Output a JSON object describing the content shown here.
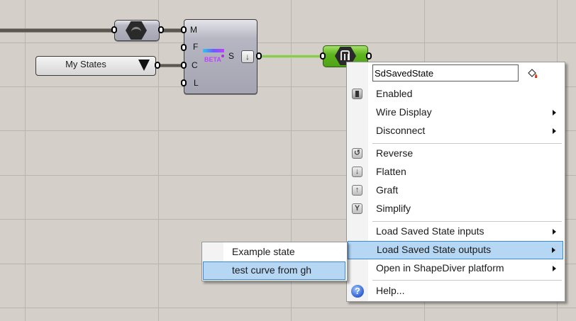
{
  "canvas": {
    "background": "#d4d0c9",
    "grid_color": "#b9b5ae"
  },
  "nodes": {
    "curve_param": {
      "icon": "curve-param-icon"
    },
    "value_list": {
      "label": "My States",
      "icon": "dropdown-triangle-icon"
    },
    "saved_state_component": {
      "inputs": [
        "M",
        "F",
        "C",
        "L"
      ],
      "outputs": [
        "S"
      ],
      "logo_text": "BETA",
      "output_flatten_icon": "↓"
    },
    "data_param": {
      "icon": "data-param-icon",
      "color": "#5fb51f"
    }
  },
  "context_menu": {
    "name_field": "SdSavedState",
    "items": [
      {
        "label": "Enabled",
        "icon": "toggle-icon",
        "submenu": false
      },
      {
        "label": "Wire Display",
        "submenu": true
      },
      {
        "label": "Disconnect",
        "submenu": true
      },
      {
        "label": "Reverse",
        "icon": "reverse-icon",
        "glyph": "↺",
        "submenu": false
      },
      {
        "label": "Flatten",
        "icon": "flatten-icon",
        "glyph": "↓",
        "submenu": false
      },
      {
        "label": "Graft",
        "icon": "graft-icon",
        "glyph": "↑",
        "submenu": false
      },
      {
        "label": "Simplify",
        "icon": "simplify-icon",
        "glyph": "Y",
        "submenu": false
      },
      {
        "label": "Load Saved State inputs",
        "submenu": true
      },
      {
        "label": "Load Saved State outputs",
        "submenu": true,
        "highlighted": true
      },
      {
        "label": "Open in ShapeDiver platform",
        "submenu": true
      },
      {
        "label": "Help...",
        "icon": "help-icon",
        "glyph": "?",
        "submenu": false
      }
    ],
    "highlight_color": "#b6d7f4",
    "highlight_border": "#3b8ad6"
  },
  "submenu": {
    "items": [
      {
        "label": "Example state",
        "highlighted": false
      },
      {
        "label": "test curve from gh",
        "highlighted": true
      }
    ]
  }
}
